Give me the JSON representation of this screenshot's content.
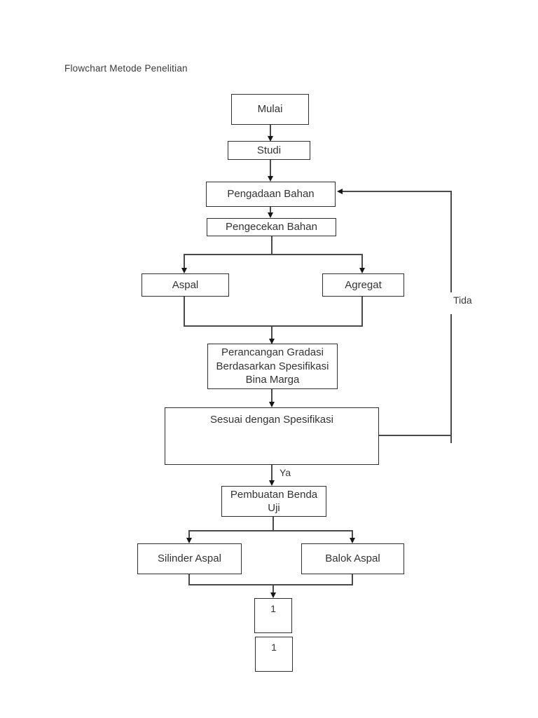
{
  "page": {
    "title": "Flowchart Metode Penelitian"
  },
  "flowchart": {
    "nodes": {
      "mulai": "Mulai",
      "studi": "Studi",
      "pengadaan_bahan": "Pengadaan Bahan",
      "pengecekan_bahan": "Pengecekan Bahan",
      "aspal": "Aspal",
      "agregat": "Agregat",
      "perancangan_gradasi": "Perancangan Gradasi Berdasarkan Spesifikasi Bina Marga",
      "sesuai_spesifikasi": "Sesuai dengan Spesifikasi",
      "pembuatan_benda_uji": "Pembuatan Benda Uji",
      "silinder_aspal": "Silinder Aspal",
      "balok_aspal": "Balok Aspal",
      "connector_1a": "1",
      "connector_1b": "1"
    },
    "edge_labels": {
      "yes": "Ya",
      "no": "Tida"
    },
    "colors": {
      "background": "#ffffff",
      "box_border": "#2e2e2e",
      "line": "#4a4a4a",
      "text": "#333333"
    }
  }
}
